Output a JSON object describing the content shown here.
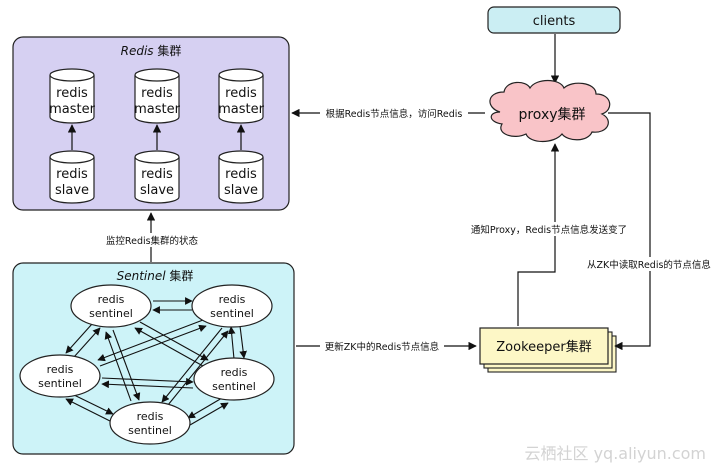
{
  "redis_cluster": {
    "title_italic": "Redis",
    "title_rest": " 集群",
    "nodes": [
      {
        "master_line1": "redis",
        "master_line2": "master",
        "slave_line1": "redis",
        "slave_line2": "slave"
      },
      {
        "master_line1": "redis",
        "master_line2": "master",
        "slave_line1": "redis",
        "slave_line2": "slave"
      },
      {
        "master_line1": "redis",
        "master_line2": "master",
        "slave_line1": "redis",
        "slave_line2": "slave"
      }
    ]
  },
  "sentinel_cluster": {
    "title_italic": "Sentinel",
    "title_rest": " 集群",
    "nodes": [
      {
        "line1": "redis",
        "line2": "sentinel"
      },
      {
        "line1": "redis",
        "line2": "sentinel"
      },
      {
        "line1": "redis",
        "line2": "sentinel"
      },
      {
        "line1": "redis",
        "line2": "sentinel"
      },
      {
        "line1": "redis",
        "line2": "sentinel"
      }
    ]
  },
  "clients": {
    "label": "clients"
  },
  "proxy": {
    "label": "proxy集群"
  },
  "zookeeper": {
    "label": "Zookeeper集群"
  },
  "edges": {
    "access_redis": "根据Redis节点信息，访问Redis",
    "monitor_redis": "监控Redis集群的状态",
    "update_zk": "更新ZK中的Redis节点信息",
    "notify_proxy": "通知Proxy，Redis节点信息发送变了",
    "read_zk": "从ZK中读取Redis的节点信息"
  },
  "watermark": "云栖社区 yq.aliyun.com",
  "colors": {
    "redis_panel": "#d6d0f2",
    "sentinel_panel": "#cdf3f8",
    "clients_fill": "#cbeef3",
    "proxy_fill": "#f9c4c8",
    "zookeeper_fill": "#fdf7c6",
    "node_fill": "#ffffff"
  }
}
